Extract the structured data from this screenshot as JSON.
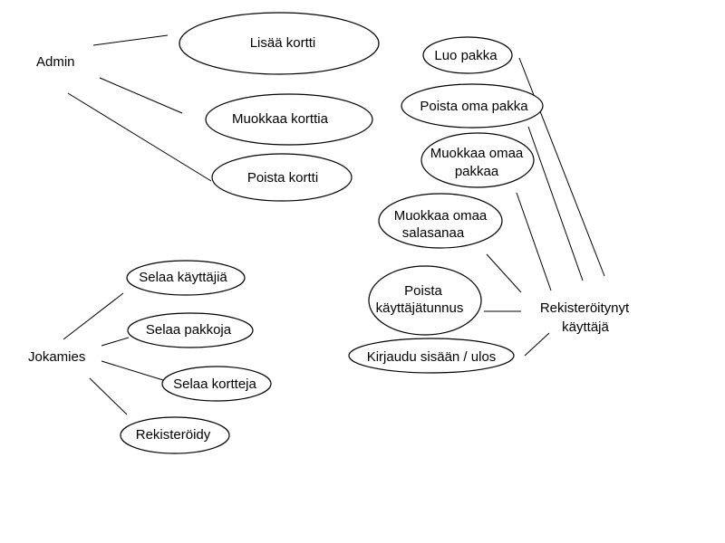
{
  "actors": {
    "admin": "Admin",
    "jokamies": "Jokamies",
    "registered_line1": "Rekisteröitynyt",
    "registered_line2": "käyttäjä"
  },
  "use_cases": {
    "lisaa_kortti": "Lisää kortti",
    "muokkaa_korttia": "Muokkaa korttia",
    "poista_kortti": "Poista kortti",
    "selaa_kayttajia": "Selaa käyttäjiä",
    "selaa_pakkoja": "Selaa pakkoja",
    "selaa_kortteja": "Selaa kortteja",
    "rekisteroidy": "Rekisteröidy",
    "luo_pakka": "Luo pakka",
    "poista_oma_pakka": "Poista oma pakka",
    "muokkaa_omaa_pakkaa_line1": "Muokkaa omaa",
    "muokkaa_omaa_pakkaa_line2": "pakkaa",
    "muokkaa_omaa_salasanaa_line1": "Muokkaa omaa",
    "muokkaa_omaa_salasanaa_line2": "salasanaa",
    "poista_kayttajatunnus_line1": "Poista",
    "poista_kayttajatunnus_line2": "käyttäjätunnus",
    "kirjaudu": "Kirjaudu sisään / ulos"
  }
}
